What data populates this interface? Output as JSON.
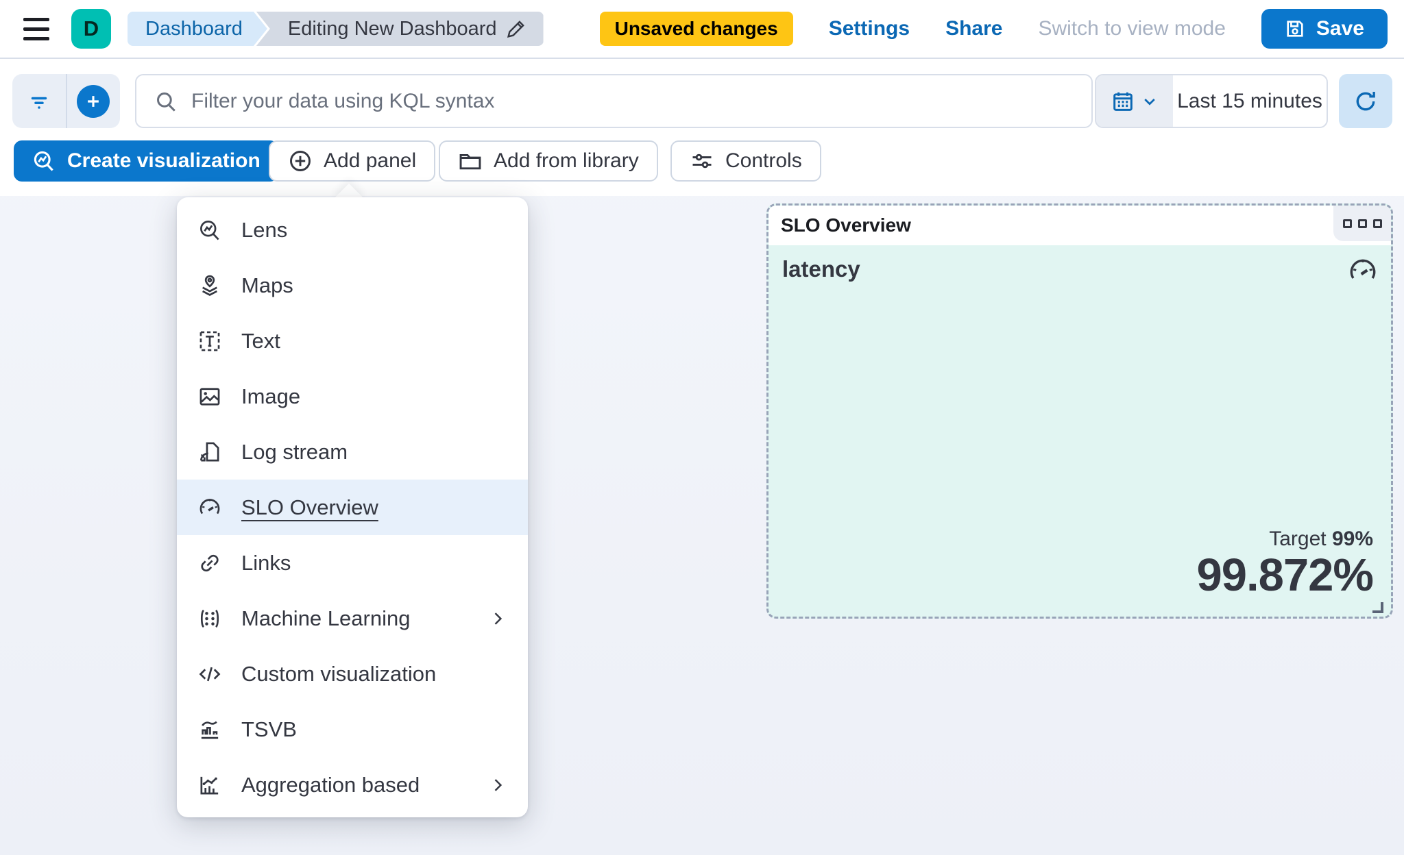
{
  "header": {
    "logo_letter": "D",
    "breadcrumbs": {
      "root": "Dashboard",
      "current": "Editing New Dashboard"
    },
    "unsaved_badge": "Unsaved changes",
    "settings_label": "Settings",
    "share_label": "Share",
    "switch_view_label": "Switch to view mode",
    "save_label": "Save"
  },
  "search_bar": {
    "placeholder": "Filter your data using KQL syntax",
    "time_range": "Last 15 minutes"
  },
  "toolbar": {
    "create_visualization_label": "Create visualization",
    "add_panel_label": "Add panel",
    "add_from_library_label": "Add from library",
    "controls_label": "Controls"
  },
  "menu": {
    "items": [
      {
        "label": "Lens",
        "icon": "lens-icon",
        "selected": false,
        "has_submenu": false
      },
      {
        "label": "Maps",
        "icon": "maps-icon",
        "selected": false,
        "has_submenu": false
      },
      {
        "label": "Text",
        "icon": "text-icon",
        "selected": false,
        "has_submenu": false
      },
      {
        "label": "Image",
        "icon": "image-icon",
        "selected": false,
        "has_submenu": false
      },
      {
        "label": "Log stream",
        "icon": "log-stream-icon",
        "selected": false,
        "has_submenu": false
      },
      {
        "label": "SLO Overview",
        "icon": "gauge-icon",
        "selected": true,
        "has_submenu": false
      },
      {
        "label": "Links",
        "icon": "link-icon",
        "selected": false,
        "has_submenu": false
      },
      {
        "label": "Machine Learning",
        "icon": "machine-learning-icon",
        "selected": false,
        "has_submenu": true
      },
      {
        "label": "Custom visualization",
        "icon": "code-icon",
        "selected": false,
        "has_submenu": false
      },
      {
        "label": "TSVB",
        "icon": "tsvb-chart-icon",
        "selected": false,
        "has_submenu": false
      },
      {
        "label": "Aggregation based",
        "icon": "aggregation-chart-icon",
        "selected": false,
        "has_submenu": true
      }
    ]
  },
  "slo_panel": {
    "title": "SLO Overview",
    "metric_name": "latency",
    "target_label": "Target",
    "target_value": "99%",
    "value": "99.872%"
  },
  "colors": {
    "primary_blue": "#0b77cc",
    "link_blue": "#0b68b4",
    "accent_teal": "#00bfb3",
    "warning_yellow": "#fec514",
    "panel_teal_bg": "#e1f5f2",
    "menu_highlight": "#e7f0fb",
    "text_dark": "#343741"
  }
}
